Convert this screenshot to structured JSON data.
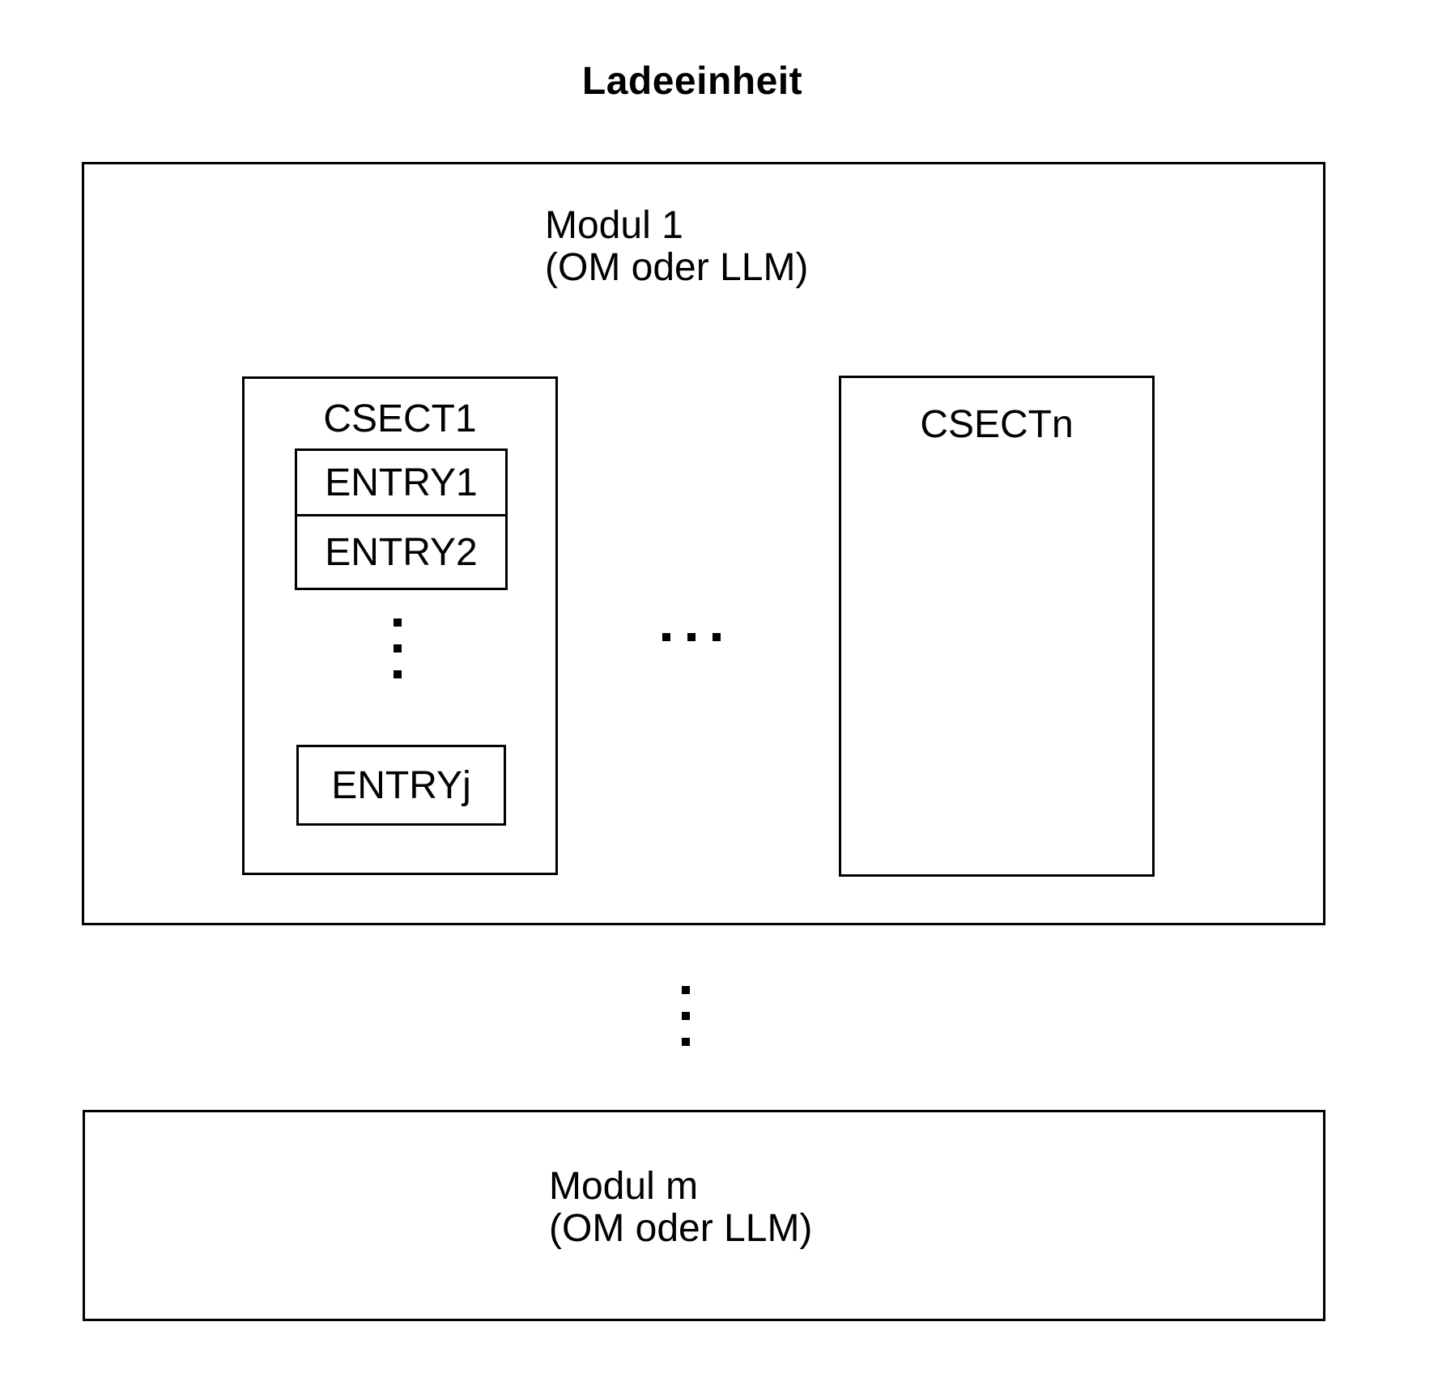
{
  "title": "Ladeeinheit",
  "module1": {
    "name": "Modul 1",
    "subtitle": "(OM oder LLM)",
    "csect1": {
      "label": "CSECT1",
      "entries": [
        "ENTRY1",
        "ENTRY2"
      ],
      "entry_j": "ENTRYj",
      "entries_ellipsis": {
        "orientation": "vertical",
        "count": 3
      }
    },
    "csectn": {
      "label": "CSECTn"
    },
    "csects_ellipsis": {
      "orientation": "horizontal",
      "count": 3
    }
  },
  "modules_ellipsis": {
    "orientation": "vertical",
    "count": 3
  },
  "module_m": {
    "name": "Modul m",
    "subtitle": "(OM oder LLM)"
  },
  "colors": {
    "line": "#000000",
    "text": "#000000",
    "background": "#ffffff"
  }
}
